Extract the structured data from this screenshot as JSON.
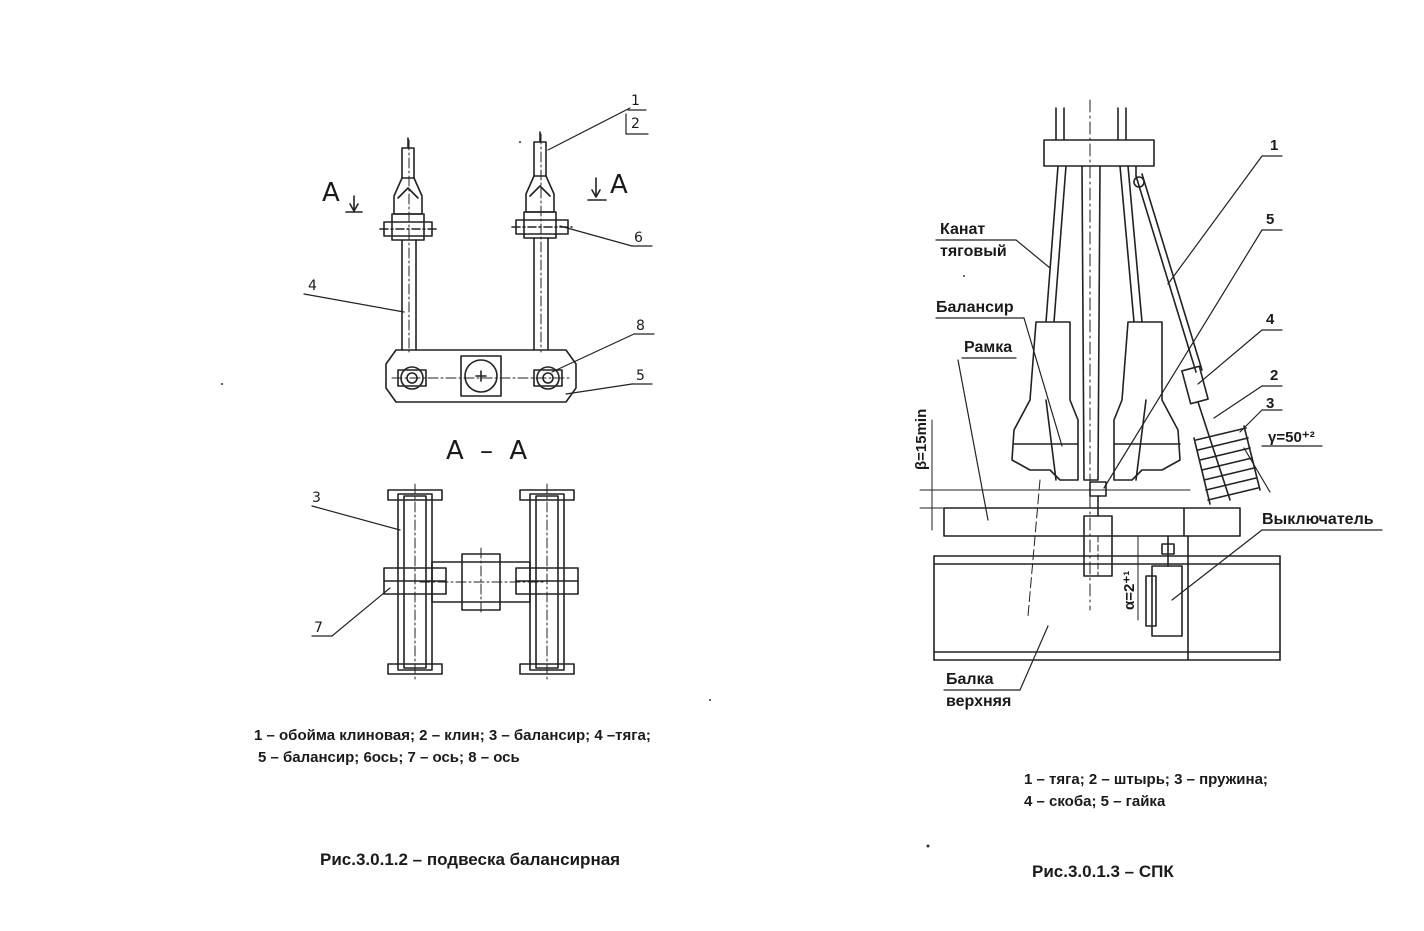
{
  "left_figure": {
    "view_marks": {
      "left": "А",
      "right": "А"
    },
    "callouts": [
      "1",
      "2",
      "6",
      "4",
      "8",
      "5",
      "3",
      "7"
    ],
    "section_title": "А – А",
    "legend_line1": "1 – обойма клиновая; 2 – клин; 3 – балансир; 4 –тяга;",
    "legend_line2": "5 – балансир; 6ось; 7 – ось; 8 – ось",
    "caption": "Рис.3.0.1.2 – подвеска балансирная"
  },
  "right_figure": {
    "labels": {
      "kanat1": "Канат",
      "kanat2": "тяговый",
      "balansir": "Балансир",
      "ramka": "Рамка",
      "vykl": "Выключатель",
      "balka1": "Балка",
      "balka2": "верхняя"
    },
    "callouts": [
      "1",
      "5",
      "4",
      "2",
      "3"
    ],
    "dims": {
      "beta": "β=15min",
      "gamma": "γ=50⁺²",
      "alpha": "α=2⁺¹"
    },
    "legend_line1": "1 – тяга; 2 – штырь; 3 – пружина;",
    "legend_line2": "4 – скоба; 5 – гайка",
    "caption": "Рис.3.0.1.3 –  СПК"
  }
}
